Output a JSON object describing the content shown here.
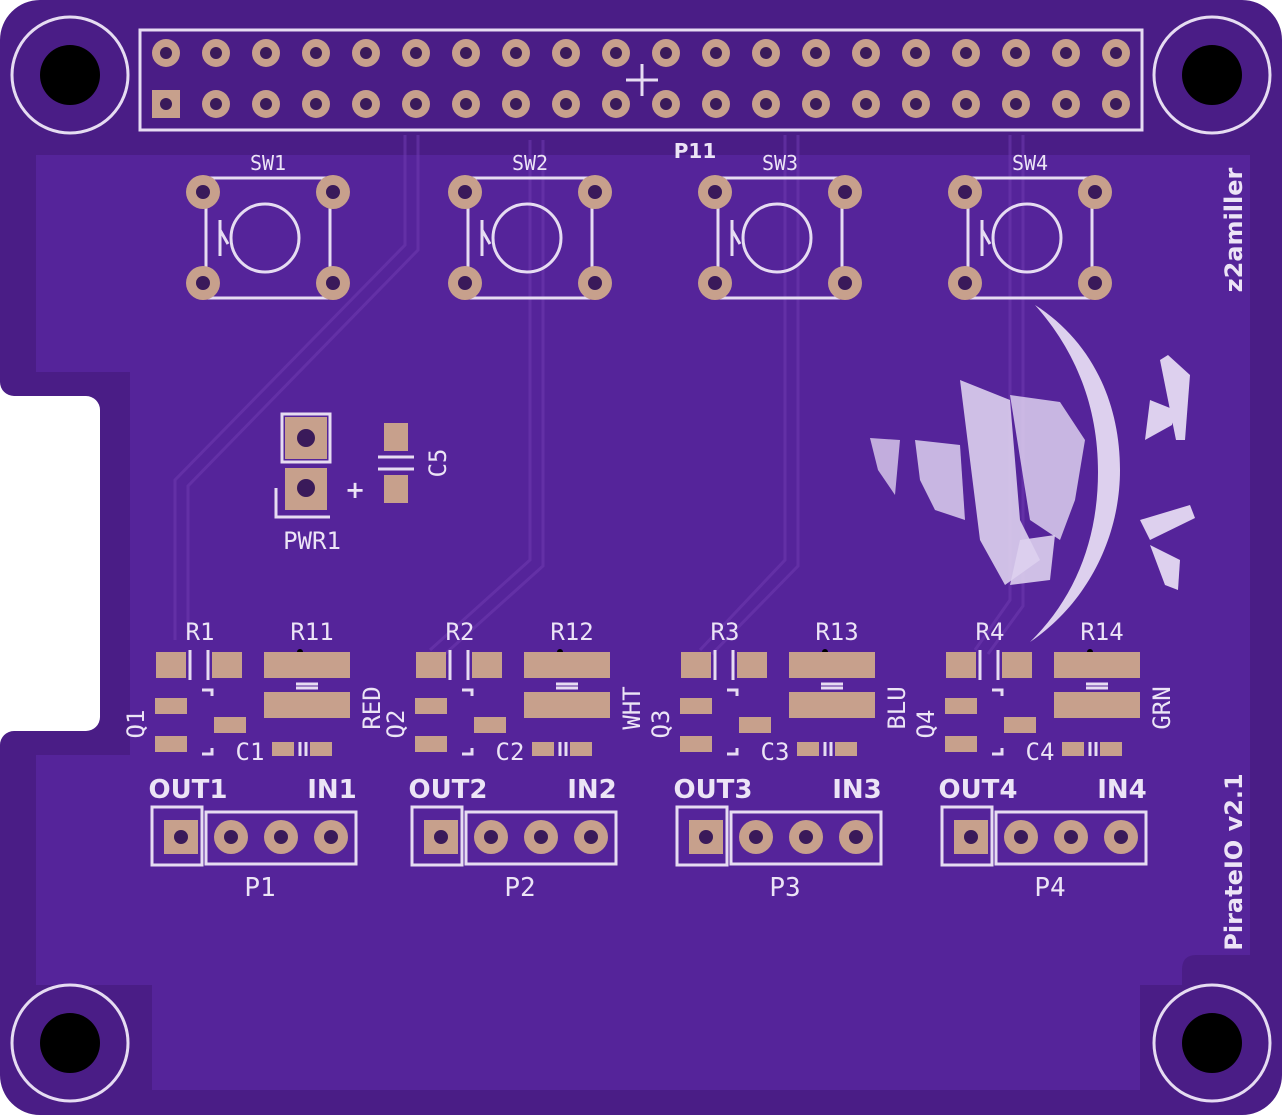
{
  "board": {
    "colors": {
      "substrate": "#4a1d86",
      "copper_pour": "#55249a",
      "silkscreen": "#ece4f6",
      "pad": "#c7a08c"
    },
    "header_label": "P11",
    "author": "z2amiller",
    "version": "PirateIO v2.1",
    "logo": "pirate-ship-icon"
  },
  "switches": [
    "SW1",
    "SW2",
    "SW3",
    "SW4"
  ],
  "power": {
    "connector": "PWR1",
    "capacitor": "C5",
    "plus": "+"
  },
  "channels": [
    {
      "r_a": "R1",
      "r_b": "R11",
      "q": "Q1",
      "c": "C1",
      "color": "RED",
      "out": "OUT1",
      "in": "IN1",
      "conn": "P1"
    },
    {
      "r_a": "R2",
      "r_b": "R12",
      "q": "Q2",
      "c": "C2",
      "color": "WHT",
      "out": "OUT2",
      "in": "IN2",
      "conn": "P2"
    },
    {
      "r_a": "R3",
      "r_b": "R13",
      "q": "Q3",
      "c": "C3",
      "color": "BLU",
      "out": "OUT3",
      "in": "IN3",
      "conn": "P3"
    },
    {
      "r_a": "R4",
      "r_b": "R14",
      "q": "Q4",
      "c": "C4",
      "color": "GRN",
      "out": "OUT4",
      "in": "IN4",
      "conn": "P4"
    }
  ]
}
